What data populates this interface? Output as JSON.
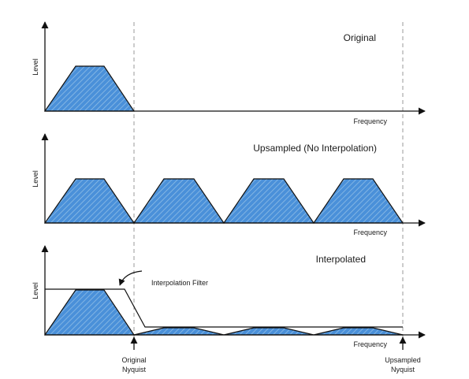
{
  "colors": {
    "fill": "#4a90d9",
    "hatch": "#8fbde6",
    "stroke": "#111111",
    "dashed": "#999999"
  },
  "panels": [
    {
      "title": "Original",
      "x_label": "Frequency",
      "y_label": "Level"
    },
    {
      "title": "Upsampled (No Interpolation)",
      "x_label": "Frequency",
      "y_label": "Level"
    },
    {
      "title": "Interpolated",
      "x_label": "Frequency",
      "y_label": "Level"
    }
  ],
  "callouts": {
    "filter": "Interpolation Filter",
    "original_nyquist": [
      "Original",
      "Nyquist"
    ],
    "upsampled_nyquist": [
      "Upsampled",
      "Nyquist"
    ]
  }
}
